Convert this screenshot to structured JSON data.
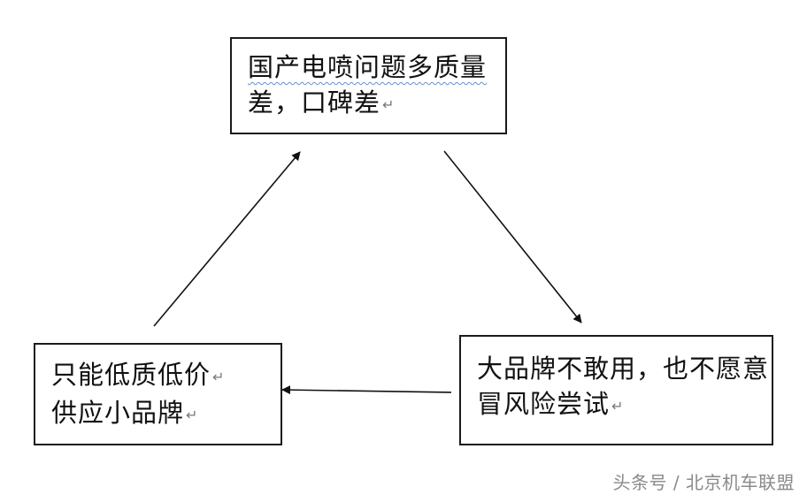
{
  "diagram": {
    "boxes": [
      {
        "id": "top",
        "lines": [
          "国产电喷问题多质量",
          "差，口碑差"
        ],
        "return_mark": "↵"
      },
      {
        "id": "right",
        "lines": [
          "大品牌不敢用，也不愿意",
          "冒风险尝试"
        ],
        "return_mark": "↵"
      },
      {
        "id": "left",
        "lines": [
          "只能低质低价",
          "供应小品牌"
        ],
        "return_mark": "↵"
      }
    ],
    "edges": [
      {
        "from": "top",
        "to": "right"
      },
      {
        "from": "right",
        "to": "left"
      },
      {
        "from": "left",
        "to": "top"
      }
    ]
  },
  "watermark": "头条号 / 北京机车联盟"
}
